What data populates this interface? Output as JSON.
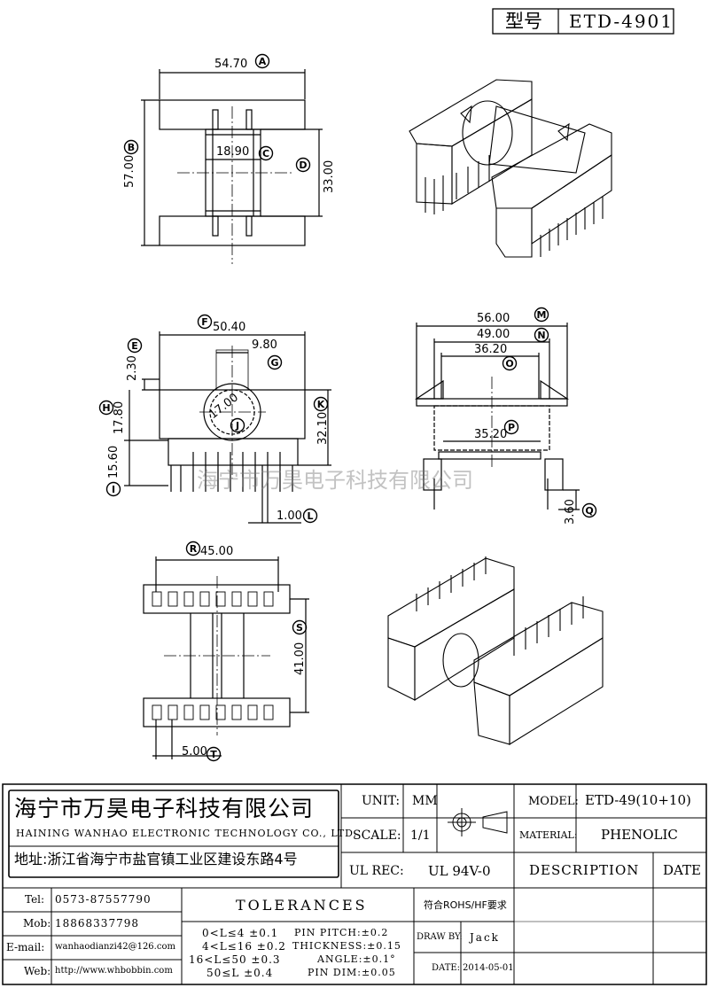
{
  "model_box": {
    "label": "型号",
    "value": "ETD-4901"
  },
  "dims": {
    "a": "54.70",
    "b": "57.00",
    "c": "18.90",
    "d": "33.00",
    "e": "2.30",
    "f": "50.40",
    "g": "9.80",
    "h": "17.80",
    "i": "15.60",
    "j": "17.00",
    "k": "32.10",
    "l": "1.00",
    "m": "56.00",
    "n": "49.00",
    "o": "36.20",
    "p": "35.20",
    "q": "3.60",
    "r": "45.00",
    "s": "41.00",
    "t": "5.00"
  },
  "markers": [
    "A",
    "B",
    "C",
    "D",
    "E",
    "F",
    "G",
    "H",
    "I",
    "J",
    "K",
    "L",
    "M",
    "N",
    "O",
    "P",
    "Q",
    "R",
    "S",
    "T"
  ],
  "watermark": "海宁市万昊电子科技有限公司",
  "company": {
    "name_cn": "海宁市万昊电子科技有限公司",
    "name_en": "HAINING WANHAO ELECTRONIC TECHNOLOGY CO., LTD.",
    "address": "地址:浙江省海宁市盐官镇工业区建设东路4号"
  },
  "contacts": [
    {
      "label": "Tel:",
      "value": "0573-87557790"
    },
    {
      "label": "Mob:",
      "value": "18868337798"
    },
    {
      "label": "E-mail:",
      "value": "wanhaodianzi42@126.com"
    },
    {
      "label": "Web:",
      "value": "http://www.whbobbin.com"
    }
  ],
  "title_block": {
    "unit_label": "UNIT:",
    "unit_value": "MM",
    "scale_label": "SCALE:",
    "scale_value": "1/1",
    "ulrec_label": "UL REC:",
    "ulrec_value": "UL 94V-0",
    "model_label": "MODEL:",
    "model_value": "ETD-49(10+10)",
    "material_label": "MATERIAL:",
    "material_value": "PHENOLIC",
    "description": "DESCRIPTION",
    "date_header": "DATE",
    "tolerances": "TOLERANCES",
    "rohs": "符合ROHS/HF要求",
    "draw_by_label": "DRAW BY:",
    "draw_by_value": "Jack",
    "date_label": "DATE:",
    "date_value": "2014-05-01",
    "tol_left": [
      "0<L≤4 ±0.1",
      "4<L≤16 ±0.2",
      "16<L≤50 ±0.3",
      "50≤L ±0.4"
    ],
    "tol_right": [
      "PIN PITCH:±0.2",
      "THICKNESS:±0.15",
      "ANGLE:±0.1°",
      "PIN DIM:±0.05"
    ]
  }
}
